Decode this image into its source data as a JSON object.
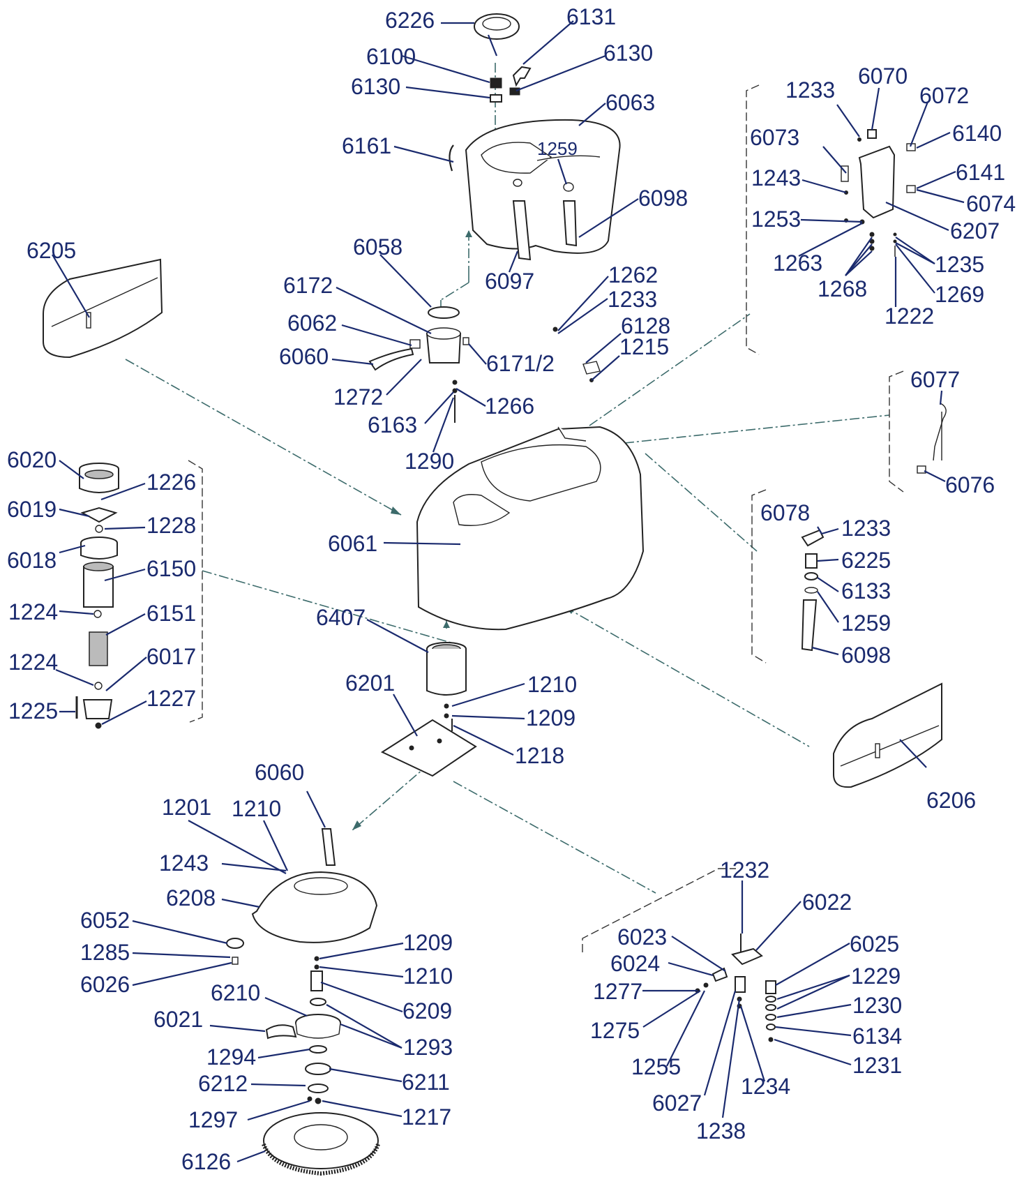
{
  "labels": {
    "p6226": "6226",
    "p6131": "6131",
    "p6100": "6100",
    "p6130a": "6130",
    "p6130b": "6130",
    "p6063": "6063",
    "p6161": "6161",
    "p1259a": "1259",
    "p6098a": "6098",
    "p6097": "6097",
    "p6205": "6205",
    "p6058": "6058",
    "p6172": "6172",
    "p6062": "6062",
    "p6060a": "6060",
    "p6171": "6171/2",
    "p1272": "1272",
    "p1266": "1266",
    "p6163": "6163",
    "p1290": "1290",
    "p1262": "1262",
    "p1233a": "1233",
    "p6128": "6128",
    "p1215": "1215",
    "p1233b": "1233",
    "p6070": "6070",
    "p6072": "6072",
    "p6073": "6073",
    "p6140": "6140",
    "p1243a": "1243",
    "p6141": "6141",
    "p6074": "6074",
    "p1253": "1253",
    "p6207": "6207",
    "p1263": "1263",
    "p1235": "1235",
    "p1268": "1268",
    "p1269": "1269",
    "p1222": "1222",
    "p6077": "6077",
    "p6076": "6076",
    "p6020": "6020",
    "p1226": "1226",
    "p6019": "6019",
    "p1228": "1228",
    "p6018": "6018",
    "p6150": "6150",
    "p1224a": "1224",
    "p6151": "6151",
    "p1224b": "1224",
    "p6017": "6017",
    "p1225": "1225",
    "p1227": "1227",
    "p6061": "6061",
    "p6407": "6407",
    "p6078": "6078",
    "p1233c": "1233",
    "p6225": "6225",
    "p6133": "6133",
    "p1259b": "1259",
    "p6098b": "6098",
    "p6201": "6201",
    "p1210a": "1210",
    "p1209a": "1209",
    "p1218": "1218",
    "p6206": "6206",
    "p6060b": "6060",
    "p1201": "1201",
    "p1210b": "1210",
    "p1243b": "1243",
    "p6208": "6208",
    "p6052": "6052",
    "p1285": "1285",
    "p6026": "6026",
    "p1209b": "1209",
    "p1210c": "1210",
    "p6210": "6210",
    "p6209": "6209",
    "p6021": "6021",
    "p1293": "1293",
    "p1294": "1294",
    "p6212": "6212",
    "p6211": "6211",
    "p1297": "1297",
    "p1217": "1217",
    "p6126": "6126",
    "p1232": "1232",
    "p6022": "6022",
    "p6023": "6023",
    "p6024": "6024",
    "p6025": "6025",
    "p1277": "1277",
    "p1229": "1229",
    "p1230": "1230",
    "p1275": "1275",
    "p6134": "6134",
    "p1255": "1255",
    "p1231": "1231",
    "p1234": "1234",
    "p6027": "6027",
    "p1238": "1238"
  }
}
